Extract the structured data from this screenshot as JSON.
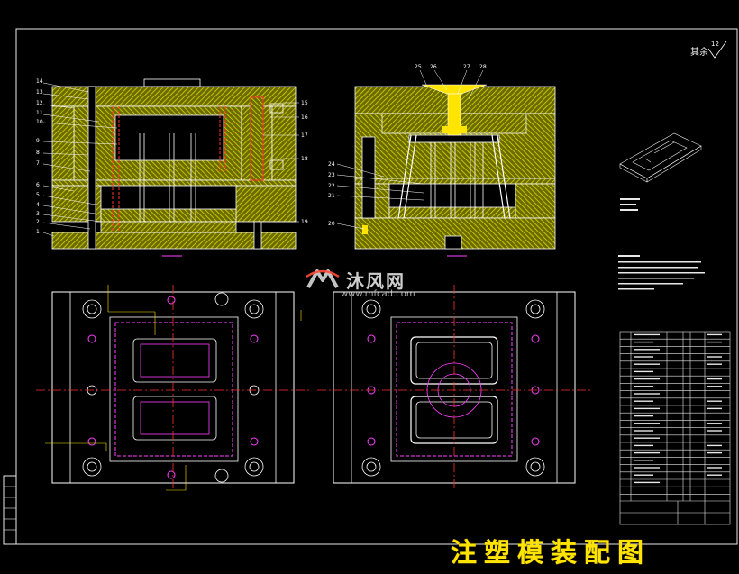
{
  "watermark": {
    "text": "沐风网",
    "url": "www.mfcad.com"
  },
  "title": "注塑模装配图",
  "roughness": {
    "label": "其余",
    "value": "12"
  },
  "left_labels": [
    "14",
    "13",
    "12",
    "11",
    "10",
    "9",
    "8",
    "7",
    "6",
    "5",
    "4",
    "3",
    "2",
    "1"
  ],
  "right_labels": [
    "15",
    "16",
    "17",
    "18",
    "19"
  ],
  "top_labels": [
    "25",
    "26",
    "27",
    "28"
  ],
  "side_labels": [
    "24",
    "23",
    "22",
    "21",
    "20"
  ],
  "colors": {
    "hatch": "#c8c800",
    "red": "#ff3030",
    "magenta": "#ff40ff",
    "white": "#ffffff",
    "yellow": "#ffe400",
    "frame": "#e8e8e8"
  }
}
